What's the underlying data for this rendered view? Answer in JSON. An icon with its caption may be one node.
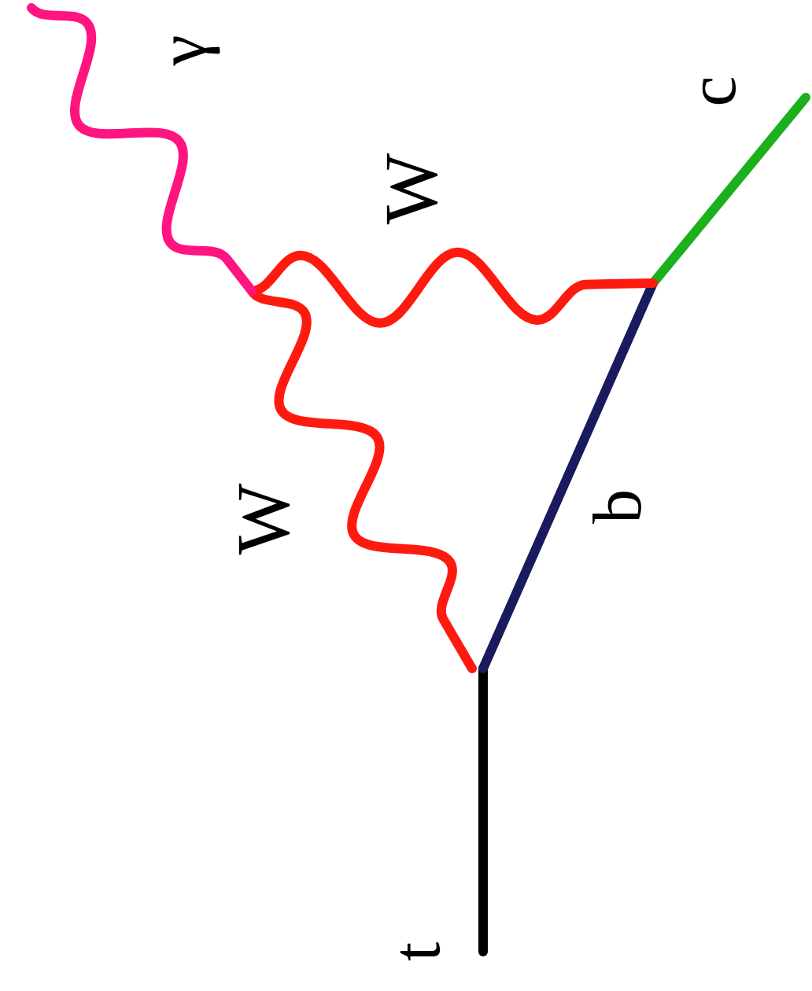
{
  "diagram": {
    "labels": [
      "γ",
      "W",
      "c",
      "W",
      "b",
      "t"
    ]
  }
}
